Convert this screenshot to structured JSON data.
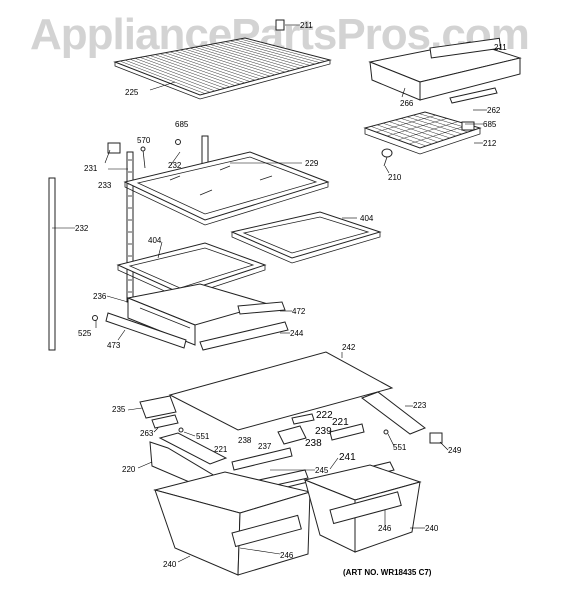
{
  "watermark": "AppliancePartsPros.com",
  "art_number": "(ART NO. WR18435 C7)",
  "labels": {
    "l211a": "211",
    "l211b": "211",
    "l225": "225",
    "l266": "266",
    "l262": "262",
    "l685a": "685",
    "l685b": "685",
    "l212": "212",
    "l210": "210",
    "l570": "570",
    "l231": "231",
    "l232a": "232",
    "l232b": "232",
    "l233": "233",
    "l229": "229",
    "l404a": "404",
    "l404b": "404",
    "l236": "236",
    "l472": "472",
    "l525": "525",
    "l473": "473",
    "l244": "244",
    "l242": "242",
    "l235": "235",
    "l223": "223",
    "l263": "263",
    "l551a": "551",
    "l551b": "551",
    "l222": "222",
    "l221a": "221",
    "l221b": "221",
    "l239": "239",
    "l238a": "238",
    "l238b": "238",
    "l237": "237",
    "l249": "249",
    "l220": "220",
    "l241": "241",
    "l245": "245",
    "l246a": "246",
    "l246b": "246",
    "l240a": "240",
    "l240b": "240"
  }
}
